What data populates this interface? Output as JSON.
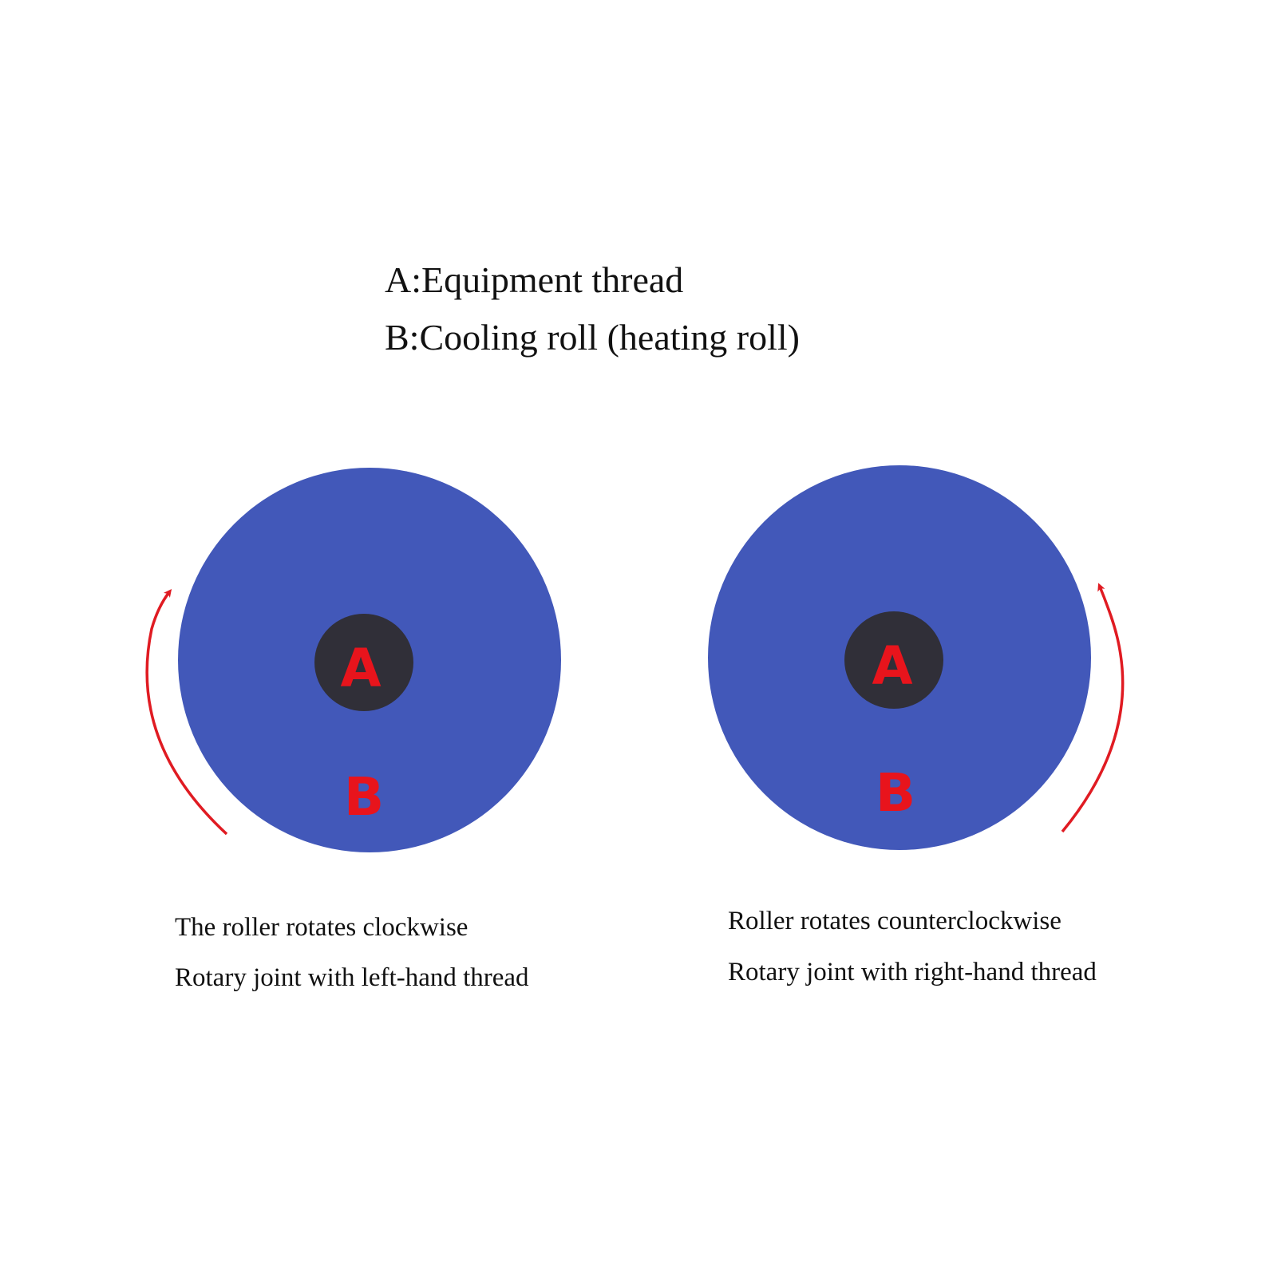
{
  "legend": {
    "a": "A:Equipment thread",
    "b": "B:Cooling roll (heating roll)"
  },
  "rollers": [
    {
      "id": "left",
      "shaft_label": "A",
      "roll_label": "B",
      "rotation": "clockwise",
      "caption_1": "The roller rotates clockwise",
      "caption_2": "Rotary joint with left-hand thread"
    },
    {
      "id": "right",
      "shaft_label": "A",
      "roll_label": "B",
      "rotation": "counterclockwise",
      "caption_1": "Roller rotates counterclockwise",
      "caption_2": "Rotary joint with right-hand thread"
    }
  ],
  "colors": {
    "roll": "#4258b9",
    "shaft": "#302f38",
    "label": "#e8141c",
    "arrow": "#e01b22",
    "text": "#111111",
    "background": "#ffffff"
  },
  "icons": {
    "rotation_arrow": "curved-arrow-icon"
  }
}
